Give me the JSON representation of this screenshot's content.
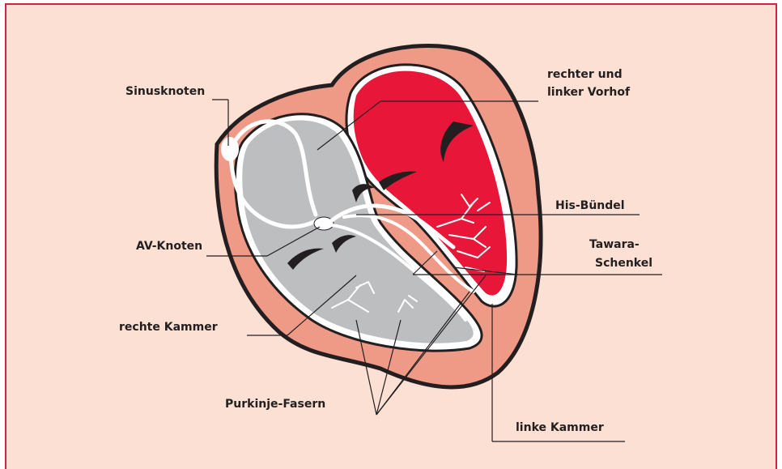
{
  "labels": {
    "sinusknoten": "Sinusknoten",
    "vorhof_line1": "rechter und",
    "vorhof_line2": "linker Vorhof",
    "his_buendel": "His-Bündel",
    "av_knoten": "AV-Knoten",
    "tawara_line1": "Tawara-",
    "tawara_line2": "Schenkel",
    "rechte_kammer": "rechte Kammer",
    "purkinje": "Purkinje-Fasern",
    "linke_kammer": "linke Kammer"
  },
  "colors": {
    "background": "#fbe0d3",
    "frame_border": "#d2233f",
    "myocardium": "#ef9a87",
    "outline": "#231f20",
    "right_heart": "#bcbec0",
    "left_heart": "#e8173a",
    "conduction": "#ffffff"
  }
}
